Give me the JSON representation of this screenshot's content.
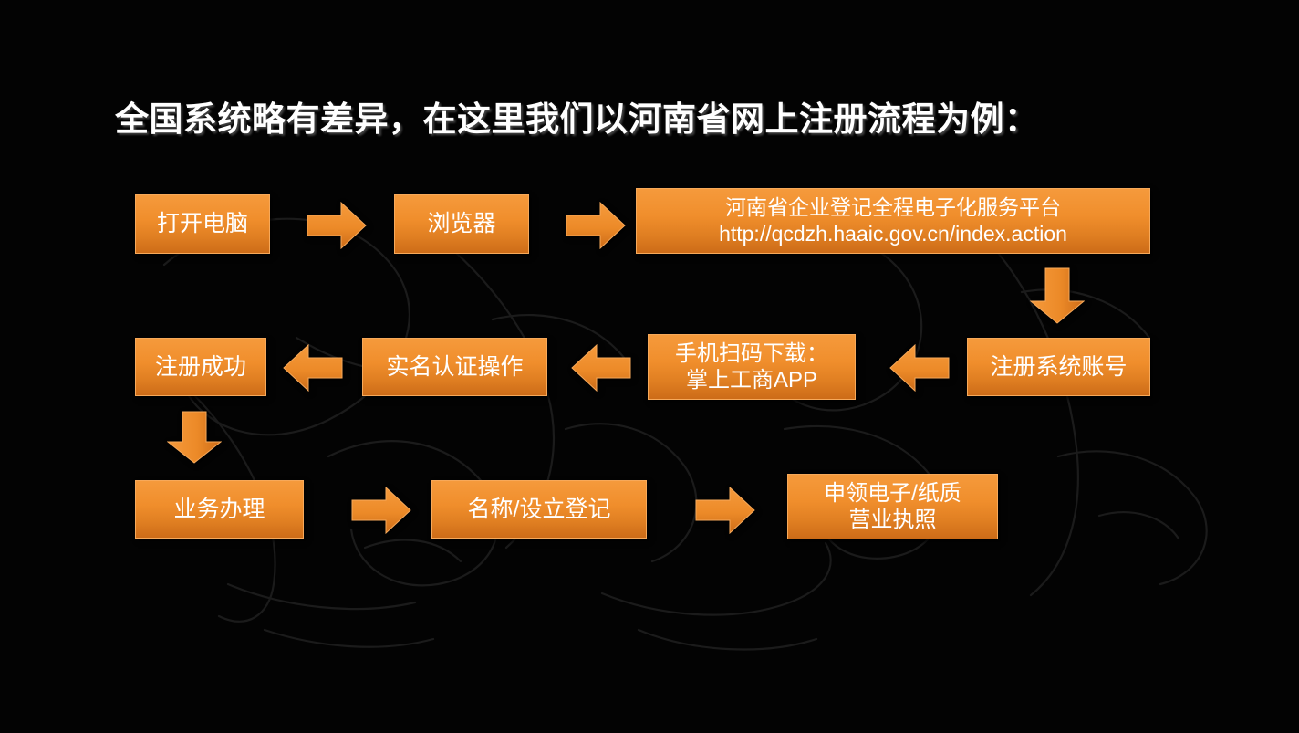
{
  "slide": {
    "title": "全国系统略有差异，在这里我们以河南省网上注册流程为例：",
    "background_color": "#000000",
    "accent_color": "#f0902e",
    "accent_color_dark": "#cd6c18",
    "text_color": "#ffffff"
  },
  "flow": {
    "nodes": [
      {
        "id": "open-computer",
        "label_line1": "打开电脑",
        "label_line2": ""
      },
      {
        "id": "browser",
        "label_line1": "浏览器",
        "label_line2": ""
      },
      {
        "id": "platform-url",
        "label_line1": "河南省企业登记全程电子化服务平台",
        "label_line2": "http://qcdzh.haaic.gov.cn/index.action"
      },
      {
        "id": "register-account",
        "label_line1": "注册系统账号",
        "label_line2": ""
      },
      {
        "id": "scan-download",
        "label_line1": "手机扫码下载：",
        "label_line2": "掌上工商APP"
      },
      {
        "id": "real-name-auth",
        "label_line1": "实名认证操作",
        "label_line2": ""
      },
      {
        "id": "register-success",
        "label_line1": "注册成功",
        "label_line2": ""
      },
      {
        "id": "business-handle",
        "label_line1": "业务办理",
        "label_line2": ""
      },
      {
        "id": "name-setup-reg",
        "label_line1": "名称/设立登记",
        "label_line2": ""
      },
      {
        "id": "apply-license",
        "label_line1": "申领电子/纸质",
        "label_line2": "营业执照"
      }
    ],
    "arrows": [
      {
        "id": "arrow-open-to-browser",
        "direction": "right"
      },
      {
        "id": "arrow-browser-to-platform",
        "direction": "right"
      },
      {
        "id": "arrow-platform-to-account",
        "direction": "down"
      },
      {
        "id": "arrow-account-to-scan",
        "direction": "left"
      },
      {
        "id": "arrow-scan-to-auth",
        "direction": "left"
      },
      {
        "id": "arrow-auth-to-success",
        "direction": "left"
      },
      {
        "id": "arrow-success-to-business",
        "direction": "down"
      },
      {
        "id": "arrow-business-to-name",
        "direction": "right"
      },
      {
        "id": "arrow-name-to-license",
        "direction": "right"
      }
    ]
  }
}
